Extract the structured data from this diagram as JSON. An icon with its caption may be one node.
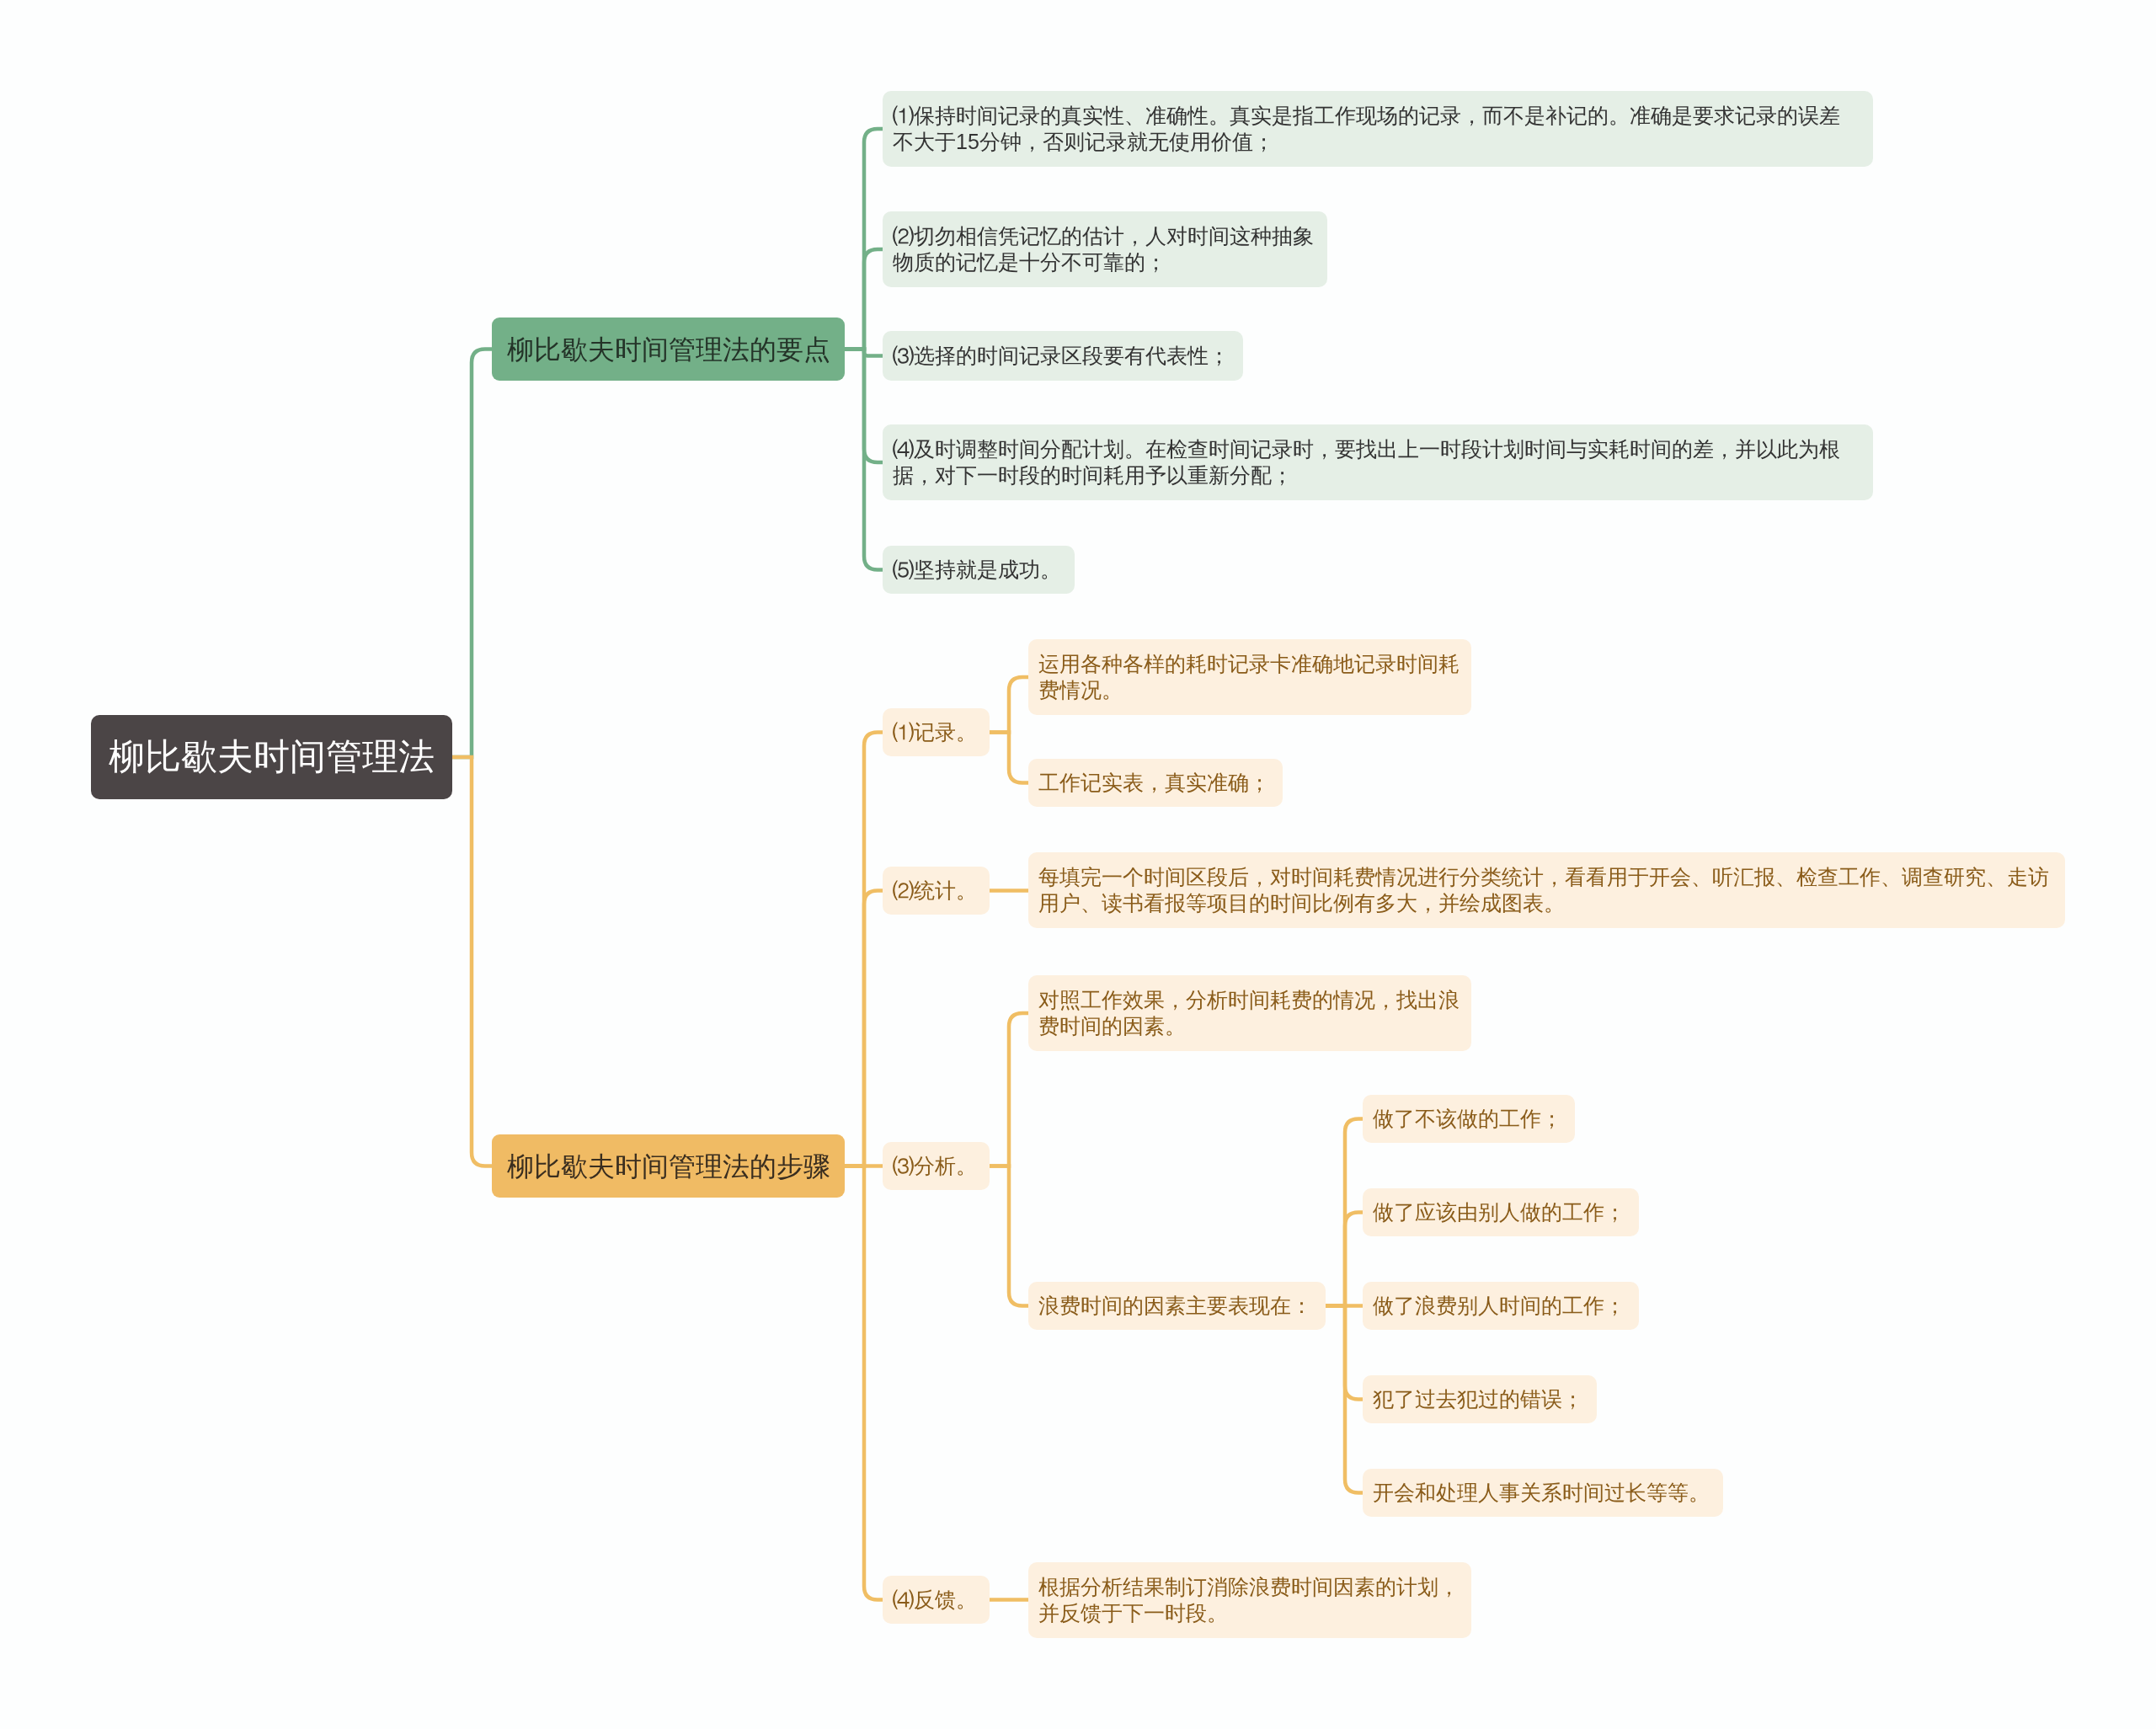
{
  "diagram": {
    "nodes": [
      {
        "text": [
          "柳比歇夫时间管理法"
        ]
      },
      {
        "text": [
          "柳比歇夫时间管理法的要点"
        ]
      },
      {
        "text": [
          "⑴保持时间记录的真实性、准确性。真实是指工作现场的记录，而不是补记的。准确是要求记录的误差不大于15分钟，否则记录就无使用价值；"
        ]
      },
      {
        "text": [
          "⑵切勿相信凭记忆的估计，人对时间这种抽象物质的记忆是十分不可靠的；"
        ]
      },
      {
        "text": [
          "⑶选择的时间记录区段要有代表性；"
        ]
      },
      {
        "text": [
          "⑷及时调整时间分配计划。在检查时间记录时，要找出上一时段计划时间与实耗时间的差，并以此为根据，对下一时段的时间耗用予以重新分配；"
        ]
      },
      {
        "text": [
          "⑸坚持就是成功。"
        ]
      },
      {
        "text": [
          "柳比歇夫时间管理法的步骤"
        ]
      },
      {
        "text": [
          "⑴记录。"
        ]
      },
      {
        "text": [
          "运用各种各样的耗时记录卡准确地记录时间耗费情况。"
        ]
      },
      {
        "text": [
          "工作记实表，真实准确；"
        ]
      },
      {
        "text": [
          "⑵统计。"
        ]
      },
      {
        "text": [
          "每填完一个时间区段后，对时间耗费情况进行分类统计，看看用于开会、听汇报、检查工作、调查研究、走访用户、读书看报等项目的时间比例有多大，并绘成图表。"
        ]
      },
      {
        "text": [
          "⑶分析。"
        ]
      },
      {
        "text": [
          "对照工作效果，分析时间耗费的情况，找出浪费时间的因素。"
        ]
      },
      {
        "text": [
          "浪费时间的因素主要表现在："
        ]
      },
      {
        "text": [
          "做了不该做的工作；"
        ]
      },
      {
        "text": [
          "做了应该由别人做的工作；"
        ]
      },
      {
        "text": [
          "做了浪费别人时间的工作；"
        ]
      },
      {
        "text": [
          "犯了过去犯过的错误；"
        ]
      },
      {
        "text": [
          "开会和处理人事关系时间过长等等。"
        ]
      },
      {
        "text": [
          "⑷反馈。"
        ]
      },
      {
        "text": [
          "根据分析结果制订消除浪费时间因素的计划，并反馈于下一时段。"
        ]
      }
    ],
    "edges": [
      {
        "from": 0,
        "to": 1,
        "arrow": "none",
        "color": "#73b088"
      },
      {
        "from": 1,
        "to": 2,
        "arrow": "none",
        "color": "#73b088"
      },
      {
        "from": 1,
        "to": 3,
        "arrow": "none",
        "color": "#73b088"
      },
      {
        "from": 1,
        "to": 4,
        "arrow": "none",
        "color": "#73b088"
      },
      {
        "from": 1,
        "to": 5,
        "arrow": "none",
        "color": "#73b088"
      },
      {
        "from": 1,
        "to": 6,
        "arrow": "none",
        "color": "#73b088"
      },
      {
        "from": 0,
        "to": 7,
        "arrow": "none"
      },
      {
        "from": 7,
        "to": 8,
        "arrow": "none"
      },
      {
        "from": 8,
        "to": 9,
        "arrow": "none"
      },
      {
        "from": 8,
        "to": 10,
        "arrow": "none"
      },
      {
        "from": 7,
        "to": 11,
        "arrow": "none"
      },
      {
        "from": 11,
        "to": 12,
        "arrow": "none"
      },
      {
        "from": 7,
        "to": 13,
        "arrow": "none"
      },
      {
        "from": 13,
        "to": 14,
        "arrow": "none"
      },
      {
        "from": 13,
        "to": 15,
        "arrow": "none"
      },
      {
        "from": 15,
        "to": 16,
        "arrow": "none"
      },
      {
        "from": 15,
        "to": 17,
        "arrow": "none"
      },
      {
        "from": 15,
        "to": 18,
        "arrow": "none"
      },
      {
        "from": 15,
        "to": 19,
        "arrow": "none"
      },
      {
        "from": 15,
        "to": 20,
        "arrow": "none"
      },
      {
        "from": 7,
        "to": 21,
        "arrow": "none"
      },
      {
        "from": 21,
        "to": 22,
        "arrow": "none"
      }
    ]
  }
}
